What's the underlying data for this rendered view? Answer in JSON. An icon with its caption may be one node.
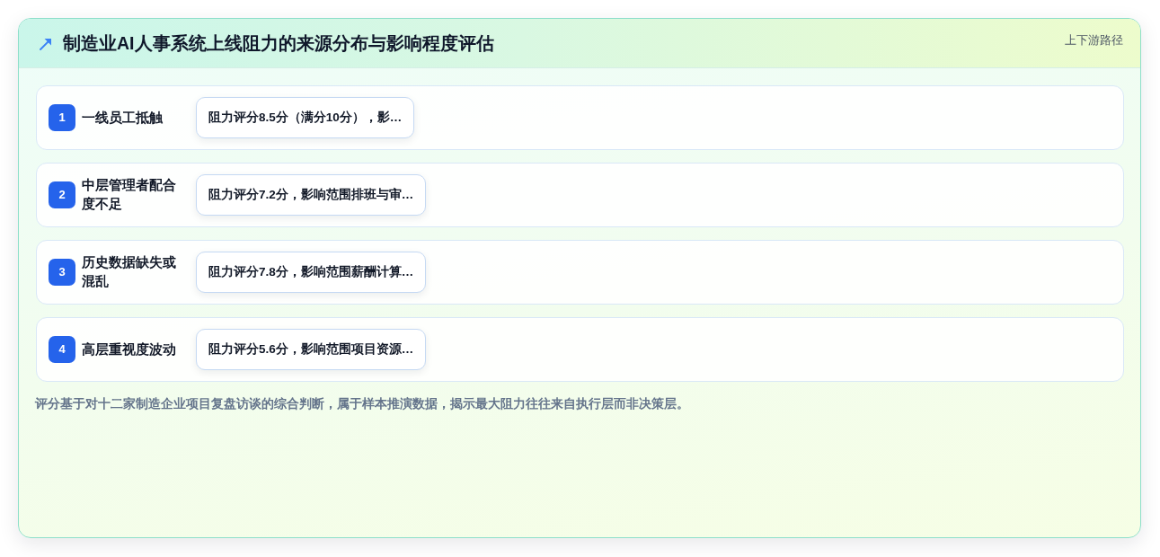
{
  "diagram": {
    "title": "制造业AI人事系统上线阻力的来源分布与影响程度评估",
    "caption": "评分基于对十二家制造企业项目复盘访谈的综合判断，属于样本推演数据，揭示最大阻力往往来自执行层而非决策层。",
    "nodes": [
      {
        "text": [
          "一线员工抵触"
        ]
      },
      {
        "text": [
          "1"
        ],
        "in": 0
      },
      {
        "text": [
          "阻力评分8.5分（满分10分），影…"
        ],
        "in": 0
      },
      {
        "text": [
          "中层管理者配合度不足"
        ]
      },
      {
        "text": [
          "2"
        ],
        "in": 3
      },
      {
        "text": [
          "阻力评分7.2分，影响范围排班与审…"
        ],
        "in": 3
      },
      {
        "text": [
          "历史数据缺失或混乱"
        ]
      },
      {
        "text": [
          "3"
        ],
        "in": 6
      },
      {
        "text": [
          "阻力评分7.8分，影响范围薪酬计算…"
        ],
        "in": 6
      },
      {
        "text": [
          "高层重视度波动"
        ]
      },
      {
        "text": [
          "4"
        ],
        "in": 9
      },
      {
        "text": [
          "阻力评分5.6分，影响范围项目资源…"
        ],
        "in": 9
      }
    ],
    "labels": [
      "上下游路径"
    ]
  }
}
